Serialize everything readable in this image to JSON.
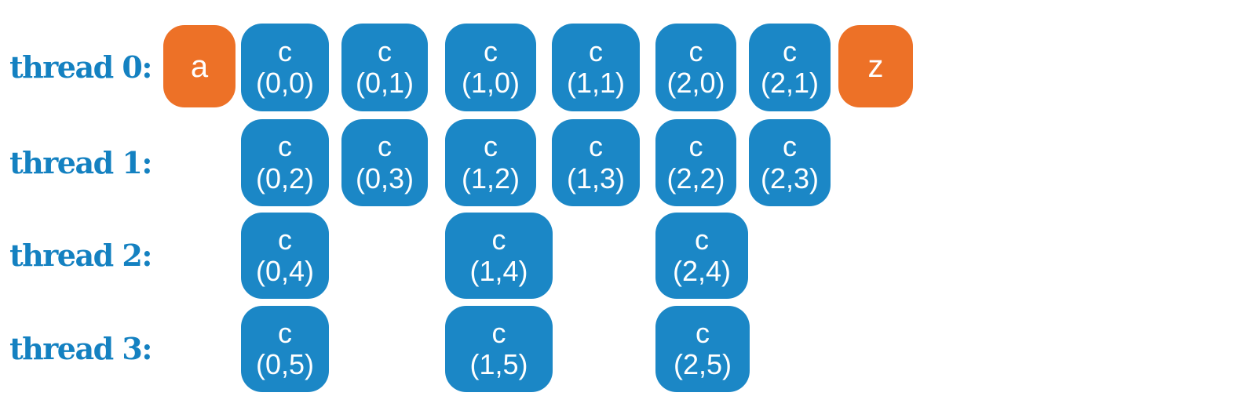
{
  "diagram": {
    "colors": {
      "background": "#ffffff",
      "tile_blue": "#1b87c6",
      "vector_orange": "#ed7127",
      "label_blue": "#1481c1",
      "box_text": "#ffffff"
    },
    "rows": [
      {
        "label": "thread 0:",
        "cells": [
          {
            "kind": "vector",
            "text": "a",
            "col": 0
          },
          {
            "kind": "tile",
            "line1": "c",
            "line2": "(0,0)",
            "col": 1
          },
          {
            "kind": "tile",
            "line1": "c",
            "line2": "(0,1)",
            "col": 2
          },
          {
            "kind": "tile",
            "line1": "c",
            "line2": "(1,0)",
            "col": 3
          },
          {
            "kind": "tile",
            "line1": "c",
            "line2": "(1,1)",
            "col": 4
          },
          {
            "kind": "tile",
            "line1": "c",
            "line2": "(2,0)",
            "col": 5
          },
          {
            "kind": "tile",
            "line1": "c",
            "line2": "(2,1)",
            "col": 6
          },
          {
            "kind": "vector",
            "text": "z",
            "col": 7
          }
        ]
      },
      {
        "label": "thread 1:",
        "cells": [
          {
            "kind": "tile",
            "line1": "c",
            "line2": "(0,2)",
            "col": 1
          },
          {
            "kind": "tile",
            "line1": "c",
            "line2": "(0,3)",
            "col": 2
          },
          {
            "kind": "tile",
            "line1": "c",
            "line2": "(1,2)",
            "col": 3
          },
          {
            "kind": "tile",
            "line1": "c",
            "line2": "(1,3)",
            "col": 4
          },
          {
            "kind": "tile",
            "line1": "c",
            "line2": "(2,2)",
            "col": 5
          },
          {
            "kind": "tile",
            "line1": "c",
            "line2": "(2,3)",
            "col": 6
          }
        ]
      },
      {
        "label": "thread 2:",
        "cells": [
          {
            "kind": "tile",
            "line1": "c",
            "line2": "(0,4)",
            "col": 1
          },
          {
            "kind": "tile",
            "line1": "c",
            "line2": "(1,4)",
            "col": 3
          },
          {
            "kind": "tile",
            "line1": "c",
            "line2": "(2,4)",
            "col": 5
          }
        ]
      },
      {
        "label": "thread 3:",
        "cells": [
          {
            "kind": "tile",
            "line1": "c",
            "line2": "(0,5)",
            "col": 1
          },
          {
            "kind": "tile",
            "line1": "c",
            "line2": "(1,5)",
            "col": 3
          },
          {
            "kind": "tile",
            "line1": "c",
            "line2": "(2,5)",
            "col": 5
          }
        ]
      }
    ]
  }
}
